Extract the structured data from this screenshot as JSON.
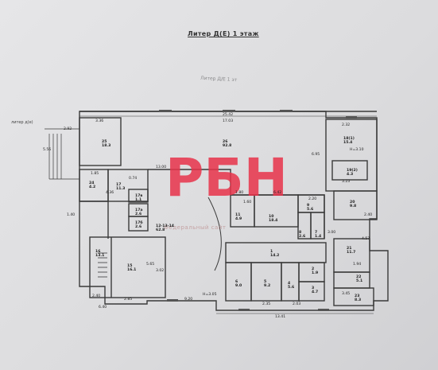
{
  "document": {
    "title": "Литер Д(Е) 1 этаж",
    "stamp_text": "Литер Д/Е 1 эт",
    "side_annotation": "литер д(е)",
    "watermark": "Федеральный сайт",
    "logo_text": "РБН",
    "ceiling_height": "H=3.05",
    "ceiling_height_right": "H=3.10"
  },
  "rooms": [
    {
      "num": "25",
      "area": "18.3"
    },
    {
      "num": "26",
      "area": "92.8"
    },
    {
      "num": "18(1)",
      "area": "15.4"
    },
    {
      "num": "19(2)",
      "area": "4.3"
    },
    {
      "num": "24",
      "area": "4.2"
    },
    {
      "num": "17",
      "area": "11.3"
    },
    {
      "num": "17в",
      "area": "1.1"
    },
    {
      "num": "17а",
      "area": "2.6"
    },
    {
      "num": "17б",
      "area": "2.6"
    },
    {
      "num": "12-13-14",
      "area": "62.8"
    },
    {
      "num": "11",
      "area": "4.9"
    },
    {
      "num": "10",
      "area": "18.4"
    },
    {
      "num": "9",
      "area": "5.6"
    },
    {
      "num": "8",
      "area": "2.6"
    },
    {
      "num": "7",
      "area": "1.4"
    },
    {
      "num": "20",
      "area": "9.8"
    },
    {
      "num": "21",
      "area": "11.7"
    },
    {
      "num": "16",
      "area": "13.1"
    },
    {
      "num": "15",
      "area": "16.1"
    },
    {
      "num": "1",
      "area": "14.2"
    },
    {
      "num": "6",
      "area": "9.0"
    },
    {
      "num": "5",
      "area": "9.2"
    },
    {
      "num": "4",
      "area": "5.6"
    },
    {
      "num": "3",
      "area": "4.7"
    },
    {
      "num": "2",
      "area": "1.9"
    },
    {
      "num": "22",
      "area": "5.1"
    },
    {
      "num": "23",
      "area": "8.3"
    }
  ],
  "dimensions": [
    "25.42",
    "17.03",
    "3.36",
    "2.32",
    "2.92",
    "5.56",
    "13.00",
    "6.95",
    "1.85",
    "4.36",
    "1.40",
    "2.40",
    "6.40",
    "2.85",
    "5.65",
    "3.02",
    "9.20",
    "13.41",
    "2.35",
    "2.03",
    "3.45",
    "1.94",
    "4.57",
    "2.40",
    "2.20",
    "3.00",
    "3.23",
    "0.74",
    "6.42",
    "1.60",
    "1.80"
  ]
}
